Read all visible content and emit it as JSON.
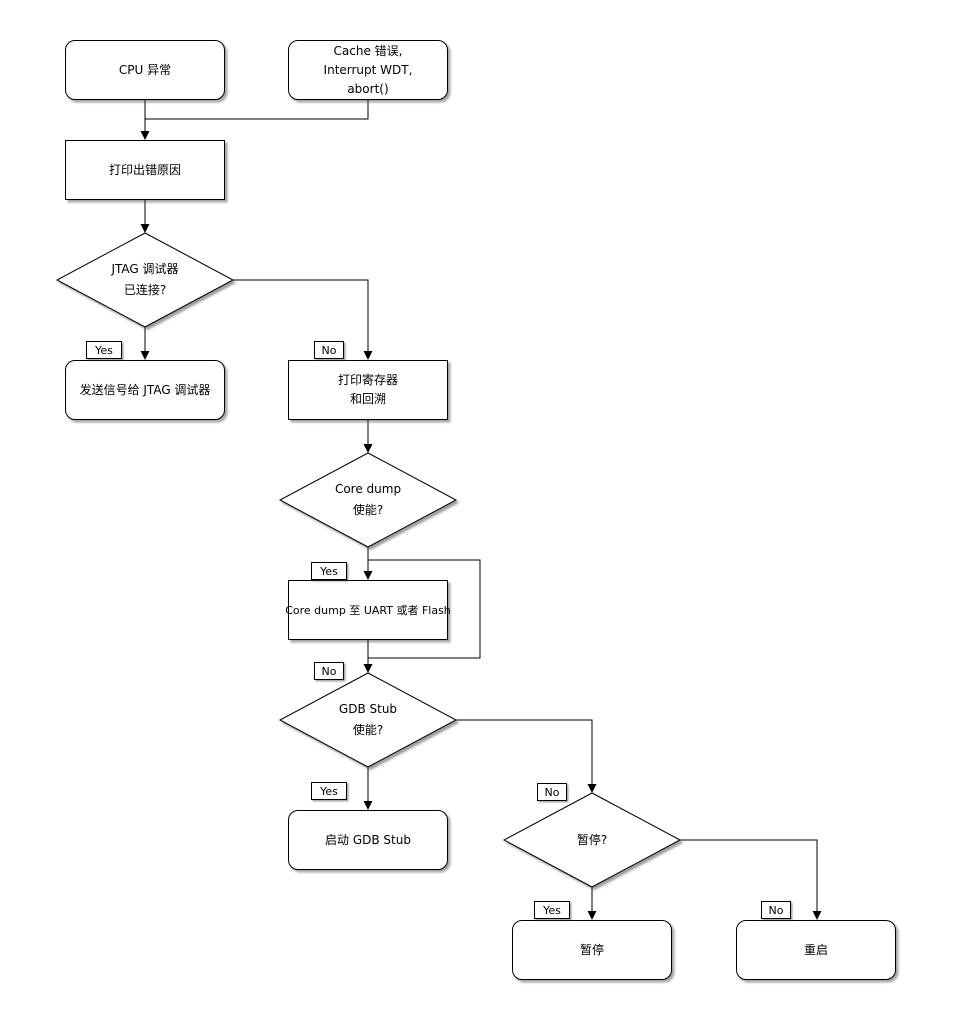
{
  "nodes": {
    "cpu_exception": {
      "label": "CPU 异常"
    },
    "cache_error": {
      "lines": [
        "Cache 错误,",
        "Interrupt WDT,",
        "abort()"
      ]
    },
    "print_error_reason": {
      "label": "打印出错原因"
    },
    "jtag_connected": {
      "lines": [
        "JTAG 调试器",
        "已连接?"
      ]
    },
    "send_signal_jtag": {
      "label": "发送信号给 JTAG 调试器"
    },
    "print_registers_backtrace": {
      "lines": [
        "打印寄存器",
        "和回溯"
      ]
    },
    "core_dump_enabled": {
      "lines": [
        "Core dump",
        "使能?"
      ]
    },
    "core_dump_to_uart_flash": {
      "label": "Core dump 至 UART 或者 Flash"
    },
    "gdb_stub_enabled": {
      "lines": [
        "GDB Stub",
        "使能?"
      ]
    },
    "start_gdb_stub": {
      "label": "启动 GDB Stub"
    },
    "halt_decision": {
      "label": "暂停?"
    },
    "halt": {
      "label": "暂停"
    },
    "reboot": {
      "label": "重启"
    }
  },
  "edge_labels": {
    "yes": "Yes",
    "no": "No"
  },
  "colors": {
    "stroke": "#000000",
    "fill": "#ffffff",
    "shadow": "#3c3c3c"
  }
}
